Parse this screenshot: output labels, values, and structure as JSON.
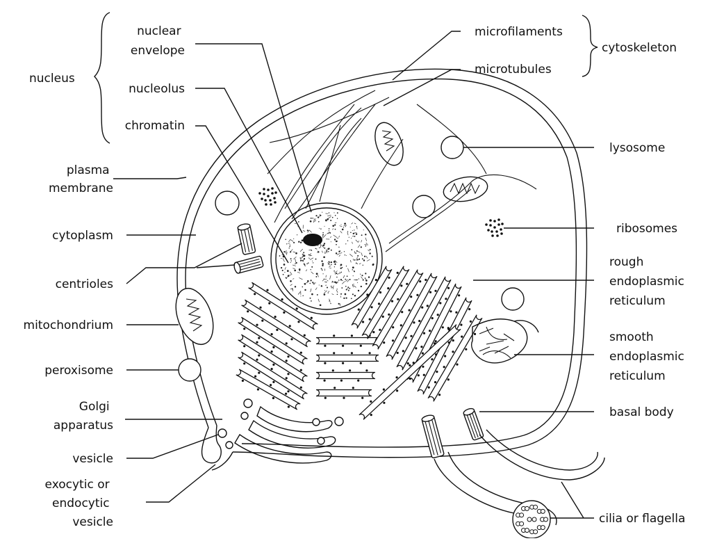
{
  "labels": {
    "nucleus": "nucleus",
    "nuclear_envelope": [
      "nuclear",
      "envelope"
    ],
    "nucleolus": "nucleolus",
    "chromatin": "chromatin",
    "microfilaments": "microfilaments",
    "microtubules": "microtubules",
    "cytoskeleton": "cytoskeleton",
    "lysosome": "lysosome",
    "plasma_membrane": [
      "plasma",
      "membrane"
    ],
    "ribosomes": "ribosomes",
    "cytoplasm": "cytoplasm",
    "centrioles": "centrioles",
    "rough_er": [
      "rough",
      "endoplasmic",
      "reticulum"
    ],
    "mitochondrium": "mitochondrium",
    "smooth_er": [
      "smooth",
      "endoplasmic",
      "reticulum"
    ],
    "peroxisome": "peroxisome",
    "golgi": [
      "Golgi",
      "apparatus"
    ],
    "basal_body": "basal body",
    "vesicle": "vesicle",
    "exo_endo_vesicle": [
      "exocytic or",
      "endocytic",
      "vesicle"
    ],
    "cilia": "cilia or flagella"
  }
}
